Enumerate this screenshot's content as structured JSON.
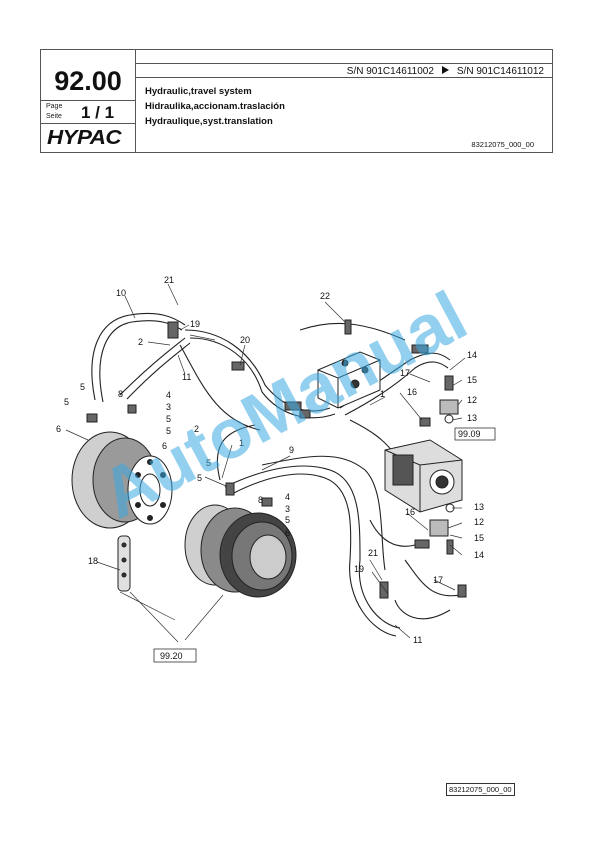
{
  "header": {
    "section_number": "92.00",
    "page_label": "Page",
    "seite_label": "Seite",
    "page_value": "1 / 1",
    "brand": "HYPAC",
    "serial_from": "S/N 901C14611002",
    "serial_to": "S/N 901C14611012",
    "title_en": "Hydraulic,travel system",
    "title_es": "Hidraulika,accionam.traslación",
    "title_fr": "Hydraulique,syst.translation",
    "ref_code": "83212075_000_00"
  },
  "diagram": {
    "callouts": [
      "21",
      "10",
      "19",
      "2",
      "20",
      "22",
      "11",
      "14",
      "17",
      "15",
      "5",
      "8",
      "4",
      "3",
      "1",
      "16",
      "12",
      "13",
      "6",
      "9",
      "99.09",
      "18",
      "99.20"
    ],
    "ref_boxes": [
      "99.09",
      "99.20"
    ]
  },
  "watermark": "AutoManual",
  "footer": {
    "ref_code": "83212075_000_00"
  }
}
